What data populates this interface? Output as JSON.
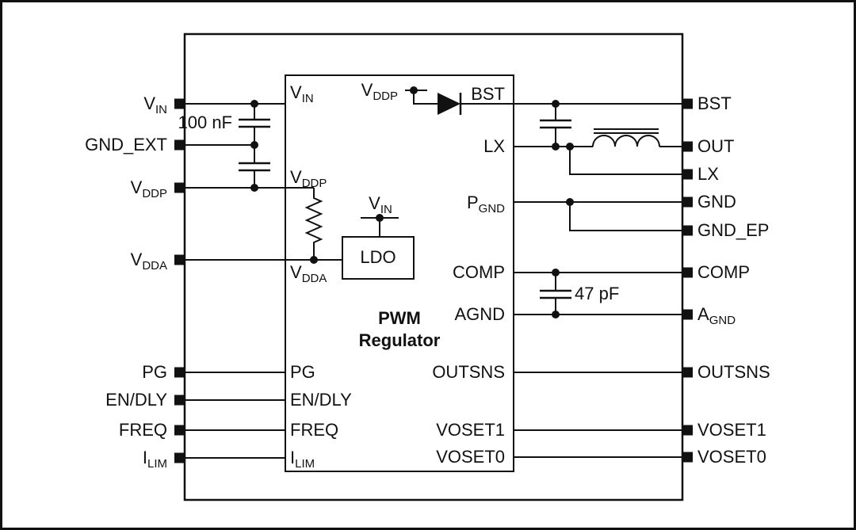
{
  "colors": {
    "ink": "#111111",
    "background": "#ffffff"
  },
  "chip": {
    "external_pins_left": [
      {
        "main": "V",
        "sub": "IN"
      },
      {
        "main": "GND_EXT",
        "sub": ""
      },
      {
        "main": "V",
        "sub": "DDP"
      },
      {
        "main": "V",
        "sub": "DDA"
      },
      {
        "main": "PG",
        "sub": ""
      },
      {
        "main": "EN/DLY",
        "sub": ""
      },
      {
        "main": "FREQ",
        "sub": ""
      },
      {
        "main": "I",
        "sub": "LIM"
      }
    ],
    "external_pins_right": [
      {
        "main": "BST",
        "sub": ""
      },
      {
        "main": "OUT",
        "sub": ""
      },
      {
        "main": "LX",
        "sub": ""
      },
      {
        "main": "GND",
        "sub": ""
      },
      {
        "main": "GND_EP",
        "sub": ""
      },
      {
        "main": "COMP",
        "sub": ""
      },
      {
        "main": "A",
        "sub": "GND"
      },
      {
        "main": "OUTSNS",
        "sub": ""
      },
      {
        "main": "VOSET1",
        "sub": ""
      },
      {
        "main": "VOSET0",
        "sub": ""
      }
    ]
  },
  "regulator_block": {
    "title_line1": "PWM",
    "title_line2": "Regulator",
    "pins_left": [
      {
        "main": "V",
        "sub": "IN"
      },
      {
        "main": "V",
        "sub": "DDP"
      },
      {
        "main": "V",
        "sub": "DDA"
      },
      {
        "main": "PG",
        "sub": ""
      },
      {
        "main": "EN/DLY",
        "sub": ""
      },
      {
        "main": "FREQ",
        "sub": ""
      },
      {
        "main": "I",
        "sub": "LIM"
      }
    ],
    "pins_right": [
      {
        "main": "BST",
        "sub": ""
      },
      {
        "main": "LX",
        "sub": ""
      },
      {
        "main": "P",
        "sub": "GND"
      },
      {
        "main": "COMP",
        "sub": ""
      },
      {
        "main": "AGND",
        "sub": ""
      },
      {
        "main": "OUTSNS",
        "sub": ""
      },
      {
        "main": "VOSET1",
        "sub": ""
      },
      {
        "main": "VOSET0",
        "sub": ""
      }
    ]
  },
  "ldo_block": {
    "label": "LDO",
    "supply": {
      "main": "V",
      "sub": "IN"
    }
  },
  "bootstrap": {
    "supply": {
      "main": "V",
      "sub": "DDP"
    }
  },
  "components": {
    "input_cap_value": "100 nF",
    "comp_cap_value": "47 pF"
  }
}
